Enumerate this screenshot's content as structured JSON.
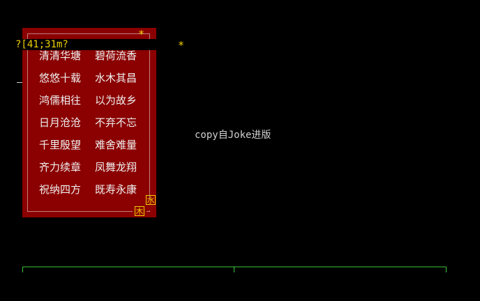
{
  "header": {
    "escape_prefix": "?[41;31m?",
    "star_mark": "*"
  },
  "poem": {
    "lines": [
      [
        "清清华塘",
        "碧荷流香"
      ],
      [
        "悠悠十载",
        "水木其昌"
      ],
      [
        "鸿儒相往",
        "以为故乡"
      ],
      [
        "日月沧沧",
        "不弃不忘"
      ],
      [
        "千里殷望",
        "难舍难量"
      ],
      [
        "齐力续章",
        "凤舞龙翔"
      ],
      [
        "祝纳四方",
        "既寿永康"
      ]
    ]
  },
  "corner_chars": {
    "right": "水",
    "bottom": "木"
  },
  "credit_text": "copy自Joke进版",
  "colors": {
    "panel": "#8b0000",
    "accent": "#f0d000",
    "baseline": "#3cc83c"
  }
}
